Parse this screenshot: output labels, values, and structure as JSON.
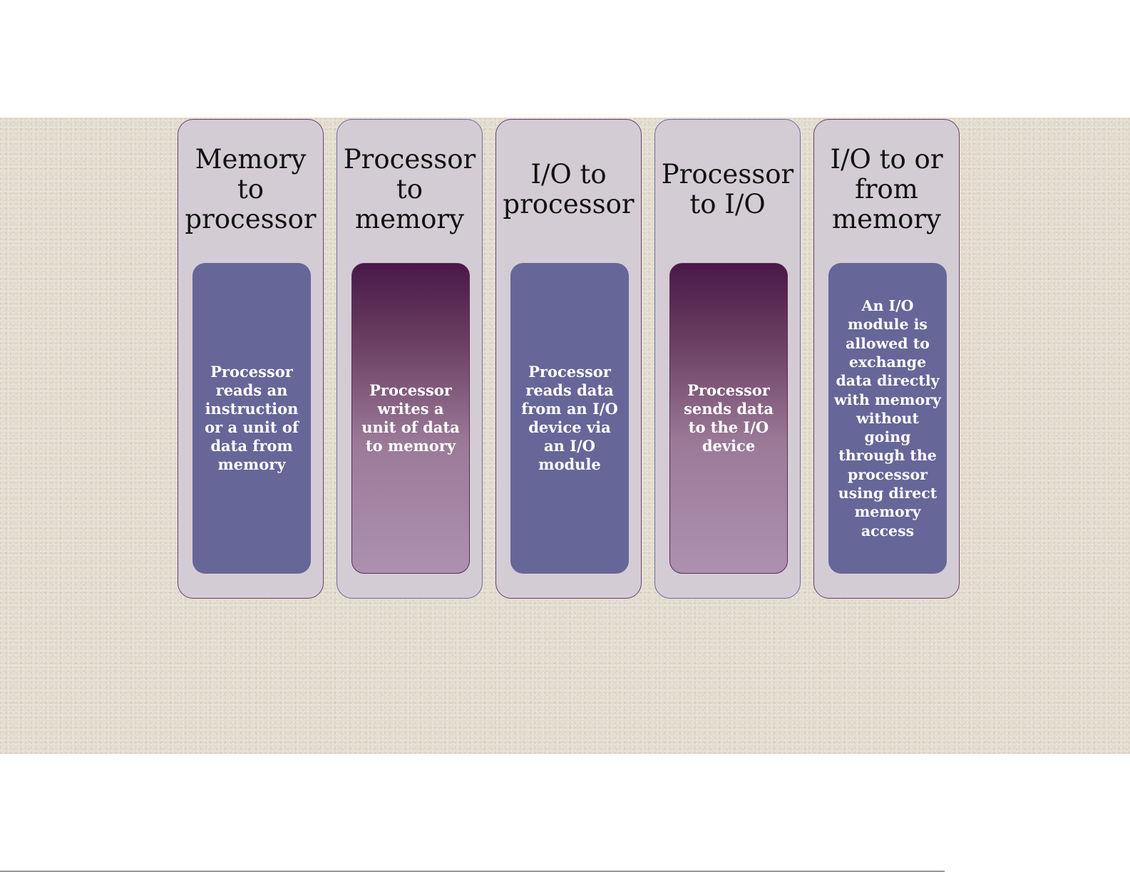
{
  "cards": [
    {
      "title": "Memory to processor",
      "description": "Processor reads an instruction or a unit of data from memory"
    },
    {
      "title": "Processor to memory",
      "description": "Processor writes a unit of data to memory"
    },
    {
      "title": "I/O to processor",
      "description": "Processor reads data from an I/O device via an I/O module"
    },
    {
      "title": "Processor to I/O",
      "description": "Processor sends data to the I/O device"
    },
    {
      "title": "I/O to or from memory",
      "description": "An I/O module is allowed to exchange data directly with memory without going through the processor using direct memory access"
    }
  ],
  "colors": {
    "card_background": "#d4ccd4",
    "blue_panel": "#666699",
    "purple_panel_top": "#4a1848",
    "purple_panel_bottom": "#ad90b0",
    "textured_band": "#e3dccf"
  }
}
